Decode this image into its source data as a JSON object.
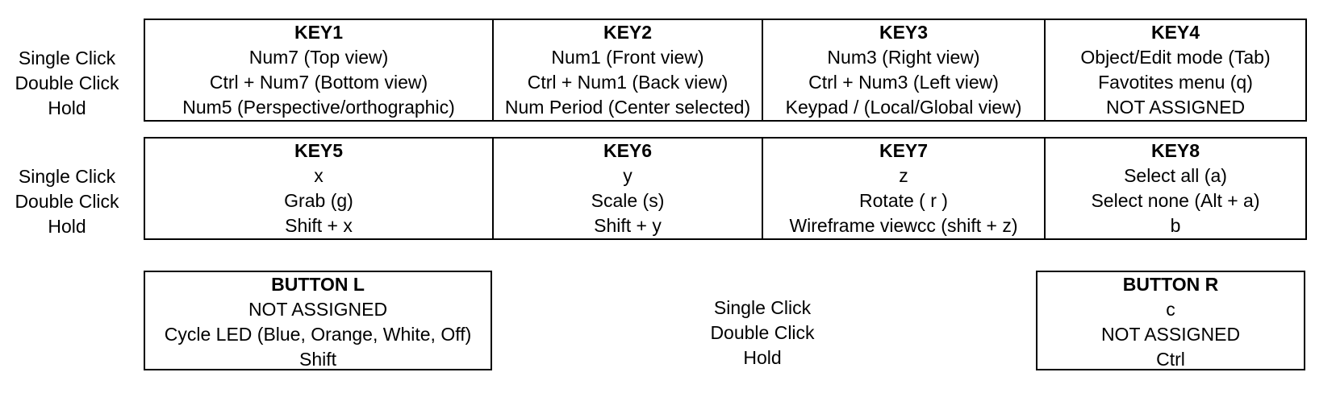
{
  "row_labels": {
    "single": "Single Click",
    "double": "Double Click",
    "hold": "Hold"
  },
  "table1": [
    {
      "header": "KEY1",
      "single": "Num7 (Top view)",
      "double": "Ctrl + Num7 (Bottom view)",
      "hold": "Num5 (Perspective/orthographic)"
    },
    {
      "header": "KEY2",
      "single": "Num1 (Front view)",
      "double": "Ctrl + Num1 (Back view)",
      "hold": "Num Period (Center selected)"
    },
    {
      "header": "KEY3",
      "single": "Num3 (Right view)",
      "double": "Ctrl + Num3 (Left view)",
      "hold": "Keypad / (Local/Global view)"
    },
    {
      "header": "KEY4",
      "single": "Object/Edit mode (Tab)",
      "double": "Favotites menu (q)",
      "hold": "NOT ASSIGNED"
    }
  ],
  "table2": [
    {
      "header": "KEY5",
      "single": "x",
      "double": "Grab (g)",
      "hold": "Shift + x"
    },
    {
      "header": "KEY6",
      "single": "y",
      "double": "Scale (s)",
      "hold": "Shift + y"
    },
    {
      "header": "KEY7",
      "single": "z",
      "double": "Rotate ( r )",
      "hold": "Wireframe viewcc (shift + z)"
    },
    {
      "header": "KEY8",
      "single": "Select all (a)",
      "double": "Select none (Alt + a)",
      "hold": "b"
    }
  ],
  "button_l": {
    "header": "BUTTON L",
    "single": "NOT ASSIGNED",
    "double": "Cycle LED (Blue, Orange, White, Off)",
    "hold": "Shift"
  },
  "button_r": {
    "header": "BUTTON R",
    "single": "c",
    "double": "NOT ASSIGNED",
    "hold": "Ctrl"
  },
  "colors": {
    "border": "#000000",
    "spellcheck_underline": "#e01b1b"
  }
}
